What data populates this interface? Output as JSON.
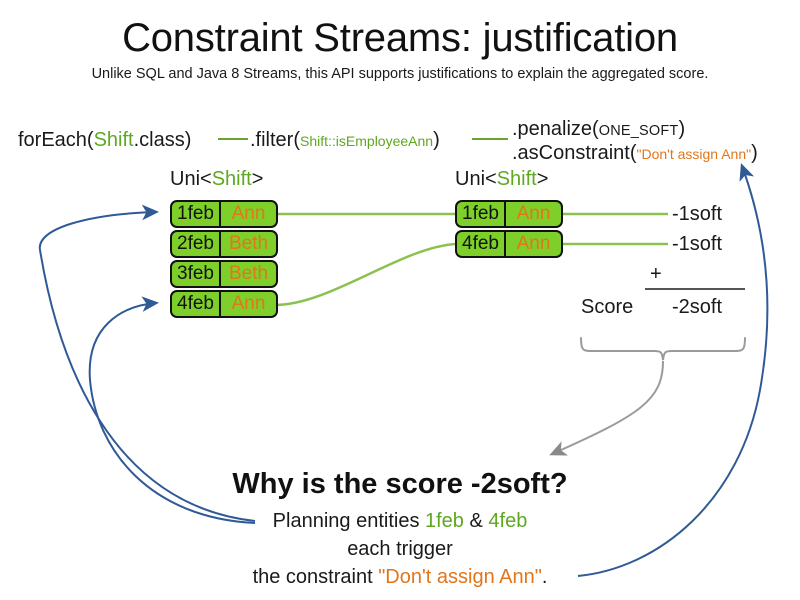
{
  "header": {
    "title": "Constraint Streams: justification",
    "subtitle": "Unlike SQL and Java 8 Streams, this API supports justifications to explain the aggregated score."
  },
  "code": {
    "foreach_prefix": "forEach(",
    "foreach_type": "Shift",
    "foreach_suffix": ".class)",
    "filter_prefix": ".filter(",
    "filter_arg": "Shift::isEmployeeAnn",
    "filter_suffix": ")",
    "penalize_prefix": ".penalize(",
    "penalize_arg": "ONE_SOFT",
    "penalize_suffix": ")",
    "asconstraint_prefix": ".asConstraint(",
    "asconstraint_arg": "\"Don't assign Ann\"",
    "asconstraint_suffix": ")"
  },
  "streams": {
    "left_label_prefix": "Uni<",
    "left_label_type": "Shift",
    "left_label_suffix": ">",
    "right_label_prefix": "Uni<",
    "right_label_type": "Shift",
    "right_label_suffix": ">",
    "left_cards": [
      {
        "date": "1feb",
        "who": "Ann"
      },
      {
        "date": "2feb",
        "who": "Beth"
      },
      {
        "date": "3feb",
        "who": "Beth"
      },
      {
        "date": "4feb",
        "who": "Ann"
      }
    ],
    "right_cards": [
      {
        "date": "1feb",
        "who": "Ann"
      },
      {
        "date": "4feb",
        "who": "Ann"
      }
    ]
  },
  "score": {
    "penalty_1": "-1soft",
    "penalty_2": "-1soft",
    "plus": "+",
    "label": "Score",
    "total": "-2soft"
  },
  "explanation": {
    "heading": "Why is the score -2soft?",
    "line1_prefix": "Planning entities ",
    "line1_entity1": "1feb",
    "line1_amp": " & ",
    "line1_entity2": "4feb",
    "line2": "each trigger",
    "line3_prefix": "the constraint ",
    "line3_constraint": "\"Don't assign Ann\"",
    "line3_suffix": "."
  },
  "colors": {
    "green_text": "#5fa821",
    "green_line": "#8cc152",
    "orange": "#e2761b",
    "card_fill": "#7ecf2a",
    "card_border": "#111111",
    "blue_arrow": "#2f5a96",
    "gray_arrow": "#8a8a8a"
  }
}
